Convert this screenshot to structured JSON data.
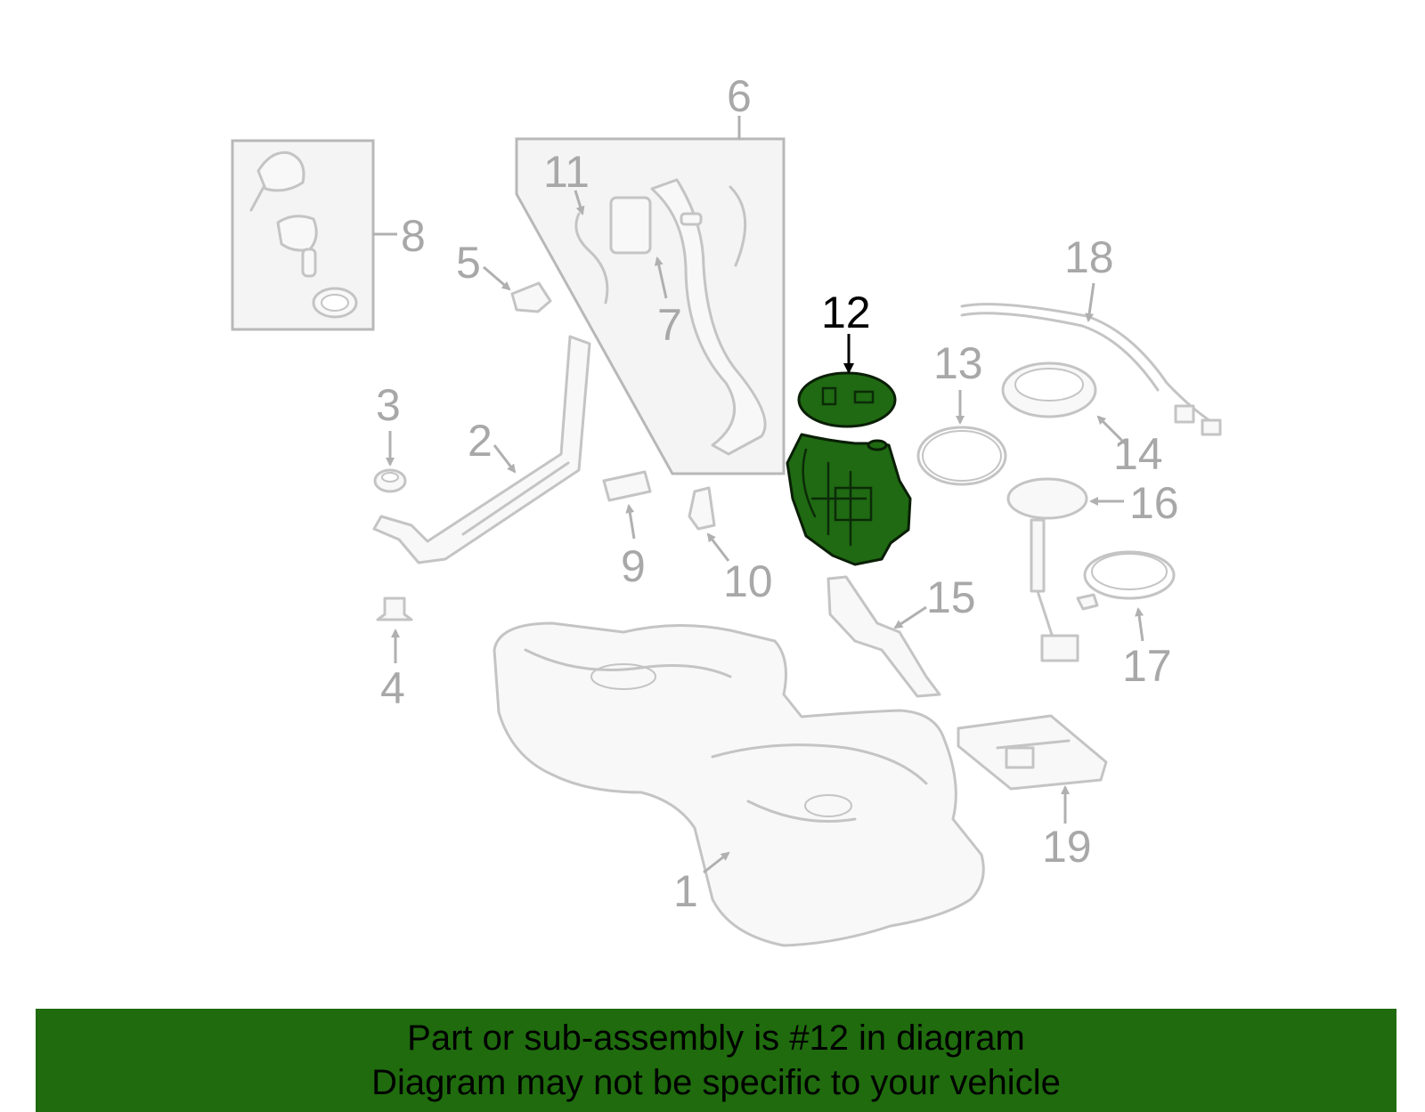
{
  "diagram": {
    "highlighted_callout": "12",
    "highlight_color": "#1f6b12",
    "callouts": [
      "1",
      "2",
      "3",
      "4",
      "5",
      "6",
      "7",
      "8",
      "9",
      "10",
      "11",
      "12",
      "13",
      "14",
      "15",
      "16",
      "17",
      "18",
      "19"
    ]
  },
  "banner": {
    "line1": "Part or sub-assembly is #12 in diagram",
    "line2": "Diagram may not be specific to your vehicle",
    "background": "#1f6b0e"
  }
}
